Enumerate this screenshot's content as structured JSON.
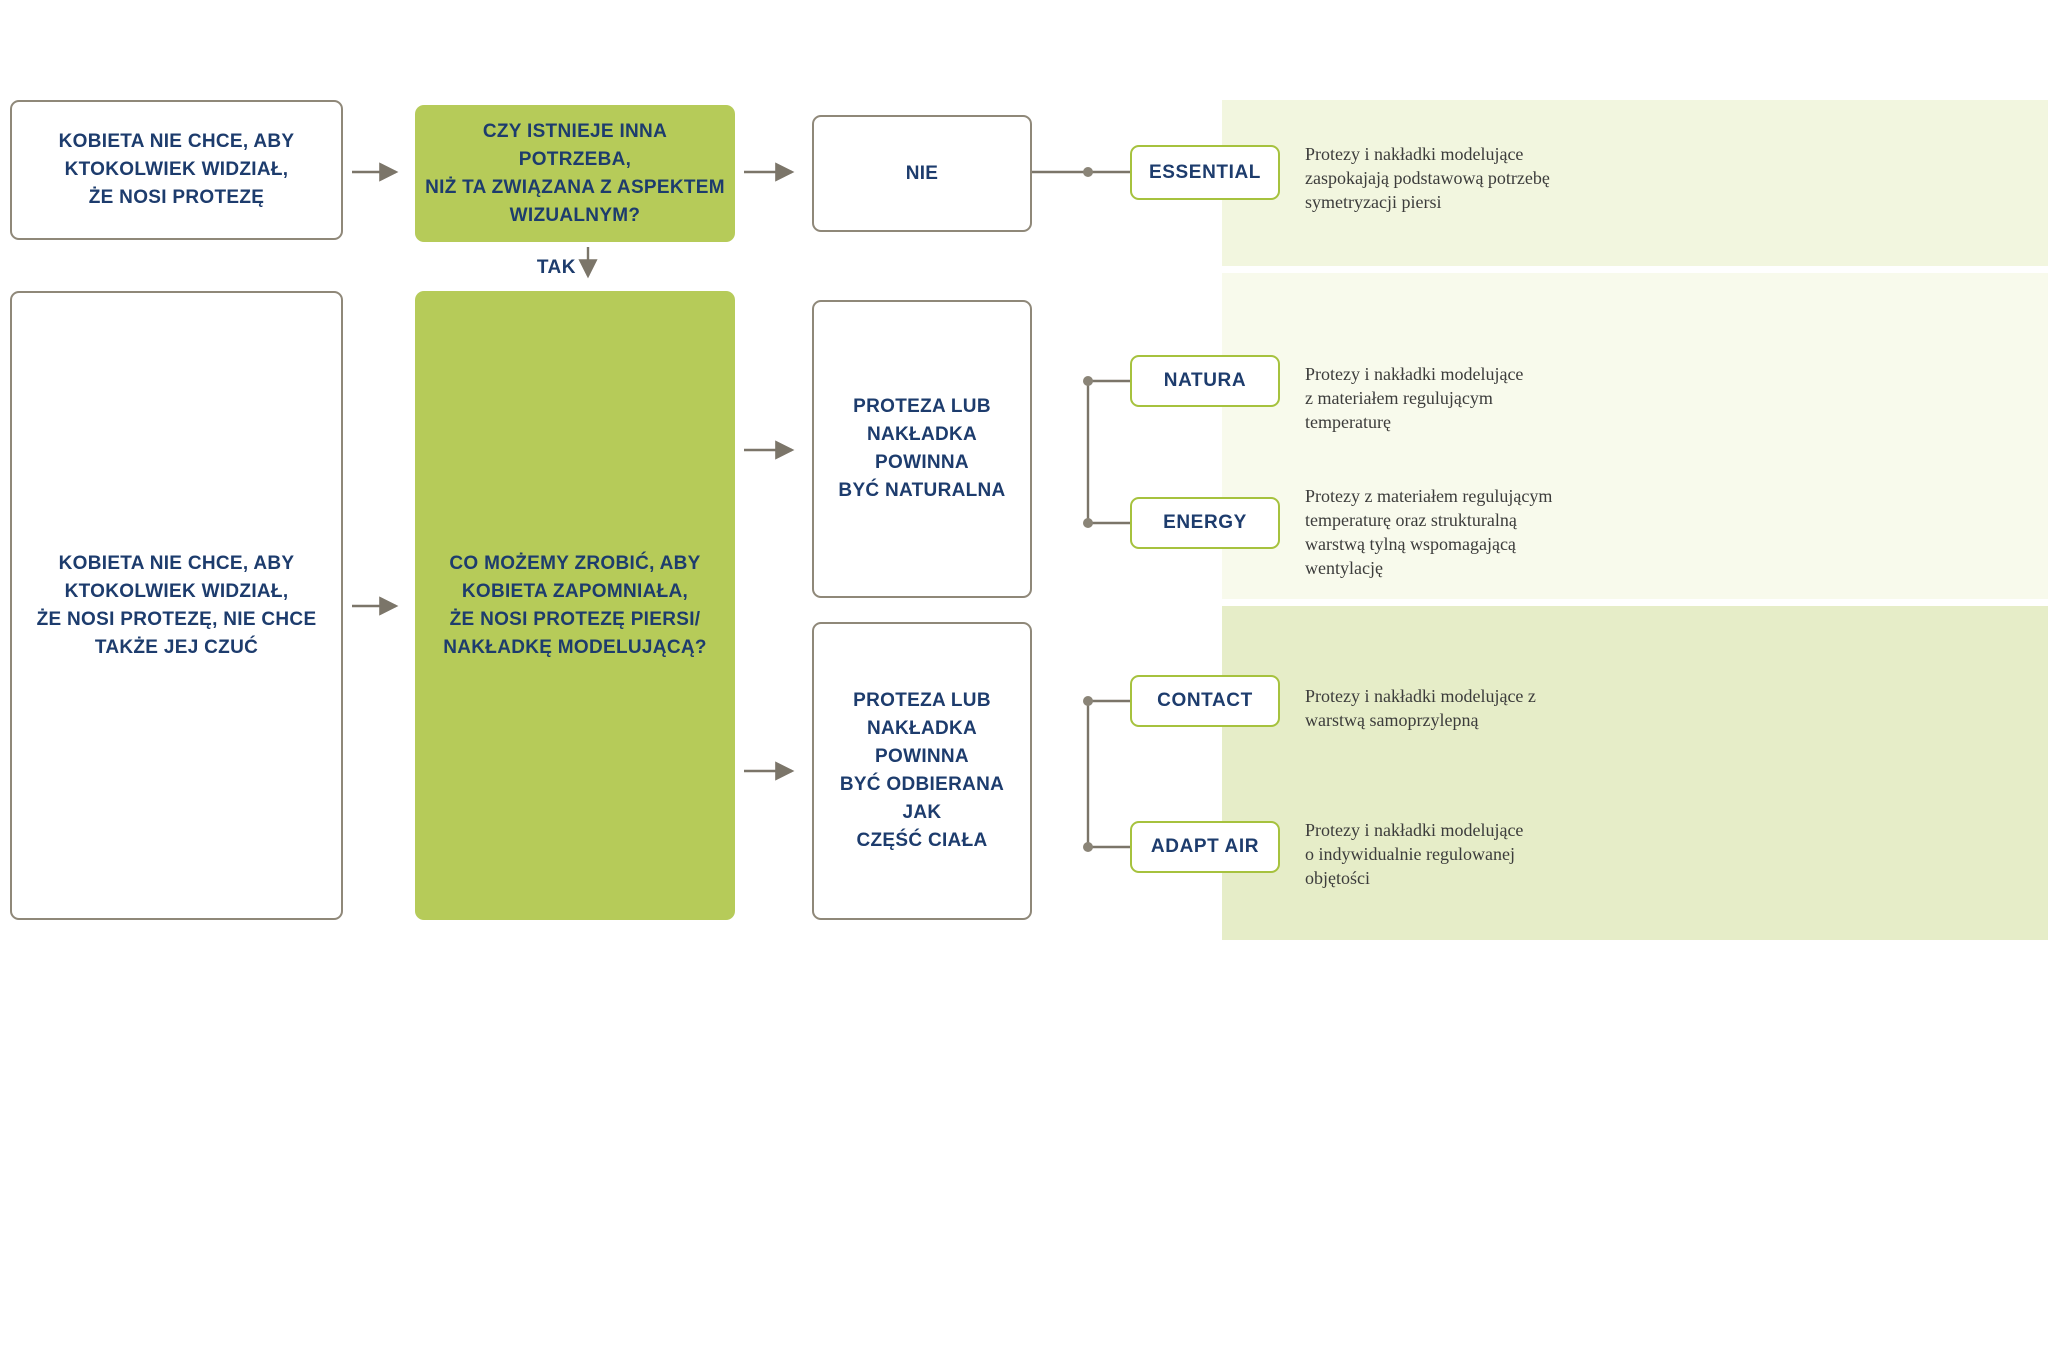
{
  "colors": {
    "navy": "#1d3c6d",
    "green_fill": "#b6cb59",
    "label_border": "#a6c23e",
    "box_border": "#8f8879",
    "connector": "#7b7569",
    "band_top": "#f2f6df",
    "band_mid": "#f8faec",
    "band_bottom": "#e6edc8",
    "desc_text": "#3c3c3b"
  },
  "flow": {
    "need_visual": [
      "KOBIETA NIE CHCE, ABY",
      "KTOKOLWIEK WIDZIAŁ,",
      "ŻE NOSI PROTEZĘ"
    ],
    "question_other_need": [
      "CZY ISTNIEJE INNA POTRZEBA,",
      "NIŻ TA ZWIĄZANA Z ASPEKTEM",
      "WIZUALNYM?"
    ],
    "answer_no": "NIE",
    "answer_yes": "TAK",
    "need_feel": [
      "KOBIETA NIE CHCE, ABY",
      "KTOKOLWIEK WIDZIAŁ,",
      "ŻE NOSI PROTEZĘ, NIE CHCE",
      "TAKŻE JEJ CZUĆ"
    ],
    "question_forget": [
      "CO MOŻEMY ZROBIĆ, ABY",
      "KOBIETA ZAPOMNIAŁA,",
      "ŻE NOSI PROTEZĘ PIERSI/",
      "NAKŁADKĘ MODELUJĄCĄ?"
    ],
    "requirement_natural": [
      "PROTEZA LUB",
      "NAKŁADKA POWINNA",
      "BYĆ NATURALNA"
    ],
    "requirement_body_part": [
      "PROTEZA LUB",
      "NAKŁADKA POWINNA",
      "BYĆ ODBIERANA JAK",
      "CZĘŚĆ CIAŁA"
    ]
  },
  "products": {
    "essential": {
      "label": "ESSENTIAL",
      "description": [
        "Protezy i nakładki modelujące",
        "zaspokajają podstawową potrzebę",
        "symetryzacji piersi"
      ]
    },
    "natura": {
      "label": "NATURA",
      "description": [
        "Protezy i nakładki modelujące",
        "z materiałem regulującym",
        "temperaturę"
      ]
    },
    "energy": {
      "label": "ENERGY",
      "description": [
        "Protezy z materiałem regulującym",
        "temperaturę oraz strukturalną",
        "warstwą tylną wspomagającą",
        "wentylację"
      ]
    },
    "contact": {
      "label": "CONTACT",
      "description": [
        "Protezy i nakładki modelujące z",
        "warstwą samoprzylepną"
      ]
    },
    "adapt_air": {
      "label": "ADAPT AIR",
      "description": [
        "Protezy i nakładki modelujące",
        "o indywidualnie regulowanej",
        "objętości"
      ]
    }
  }
}
